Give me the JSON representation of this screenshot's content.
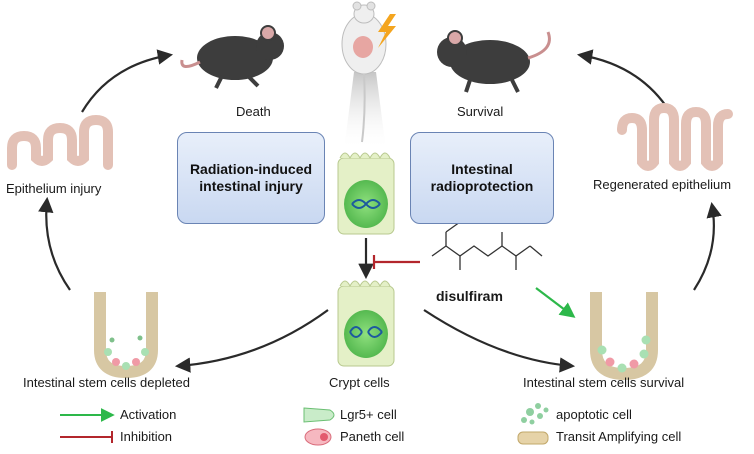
{
  "labels": {
    "death": "Death",
    "survival": "Survival",
    "epithelium_injury": "Epithelium injury",
    "regenerated_epithelium": "Regenerated epithelium",
    "isc_depleted": "Intestinal stem cells depleted",
    "crypt_cells": "Crypt cells",
    "isc_survival": "Intestinal stem cells survival",
    "drug": "disulfiram"
  },
  "boxes": {
    "left_line1": "Radiation-induced",
    "left_line2": "intestinal injury",
    "right_line1": "Intestinal",
    "right_line2": "radioprotection"
  },
  "legend": {
    "activation": "Activation",
    "inhibition": "Inhibition",
    "lgr5": "Lgr5+ cell",
    "paneth": "Paneth cell",
    "apoptotic": "apoptotic cell",
    "transit": "Transit Amplifying cell"
  },
  "colors": {
    "activation": "#2db84a",
    "inhibition": "#b3262c",
    "arrow": "#2a2a2a",
    "box_border": "#6a84b4",
    "tissue": "#e9c8bd",
    "crypt_cell": "#d7c7a3",
    "lgr5": "#a9e0b3",
    "paneth": "#f09aa6"
  },
  "icons": [
    "mouse-icon",
    "lightning-icon",
    "dna-icon",
    "molecule-icon"
  ]
}
